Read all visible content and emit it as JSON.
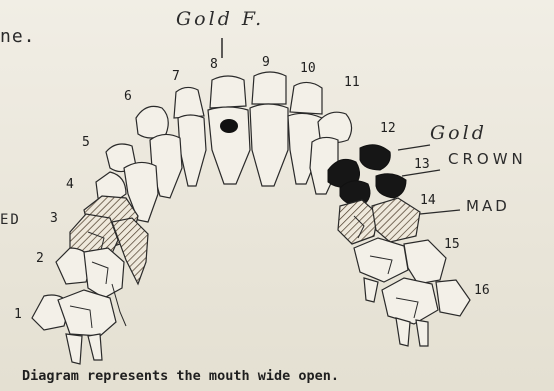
{
  "document": {
    "fragment_top": "ne.",
    "fragment_left": "ED",
    "caption": "Diagram represents the mouth wide open.",
    "annotations": {
      "gold_filling": "Gold F.",
      "gold_crown_line1": "Gold",
      "gold_crown_line2": "CROWN",
      "mad": "MAD"
    }
  },
  "teeth_numbers": [
    "1",
    "2",
    "3",
    "4",
    "5",
    "6",
    "7",
    "8",
    "9",
    "10",
    "11",
    "12",
    "13",
    "14",
    "15",
    "16"
  ]
}
